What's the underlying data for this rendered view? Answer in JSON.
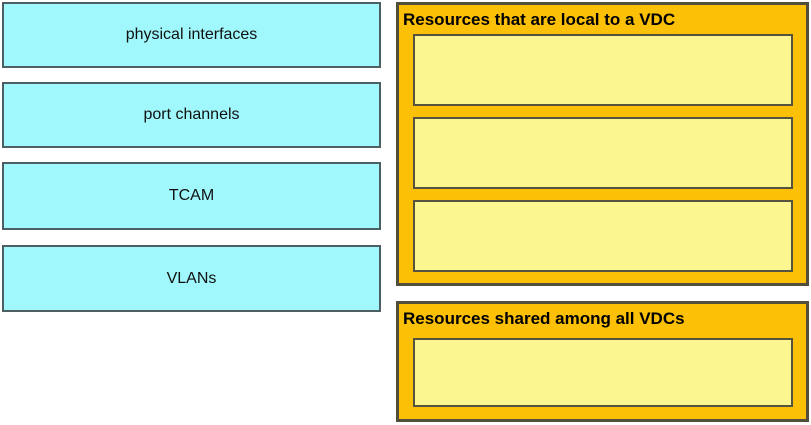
{
  "source_items": [
    {
      "label": "physical interfaces"
    },
    {
      "label": "port channels"
    },
    {
      "label": "TCAM"
    },
    {
      "label": "VLANs"
    }
  ],
  "panels": {
    "local": {
      "title": "Resources that are local to a VDC",
      "slot_count": 3
    },
    "shared": {
      "title": "Resources shared among all VDCs",
      "slot_count": 1
    }
  },
  "colors": {
    "cyan_fill": "#a0f8fc",
    "cyan_border": "#4d5f63",
    "gold_fill": "#fcc006",
    "panel_border": "#514f3c",
    "slot_fill": "#fbf690",
    "slot_border": "#55533f",
    "text_color": "#111111",
    "page_bg": "#ffffff"
  }
}
